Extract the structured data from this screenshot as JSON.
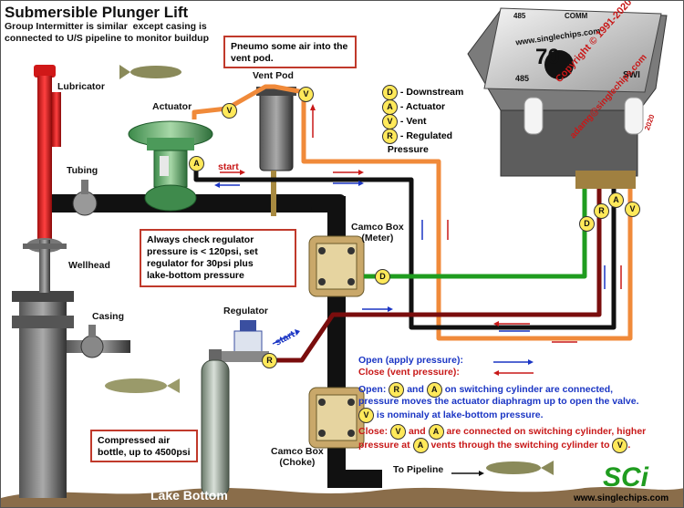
{
  "header": {
    "title": "Submersible Plunger Lift",
    "subtitle": "Group Intermitter is similar  except casing is\nconnected to U/S pipeline to monitor buildup"
  },
  "components": {
    "lubricator": "Lubricator",
    "tubing": "Tubing",
    "wellhead": "Wellhead",
    "casing": "Casing",
    "actuator": "Actuator",
    "vent_pod": "Vent Pod",
    "regulator": "Regulator",
    "camco_meter": "Camco Box\n(Meter)",
    "camco_choke": "Camco Box\n(Choke)",
    "to_pipeline": "To Pipeline",
    "lake_bottom": "Lake Bottom",
    "start_upper": "start",
    "start_lower": "start"
  },
  "callouts": {
    "pneumo": "Pneumo some air into the\nvent pod.",
    "regulator_check": "Always check regulator\npressure is < 120psi, set\nregulator for 30psi plus\nlake-bottom pressure",
    "bottle": "Compressed air\nbottle, up to 4500psi"
  },
  "legend": [
    {
      "letter": "D",
      "text": "- Downstream"
    },
    {
      "letter": "A",
      "text": "- Actuator"
    },
    {
      "letter": "V",
      "text": "- Vent"
    },
    {
      "letter": "R",
      "text": "- Regulated\n  Pressure"
    }
  ],
  "controller": {
    "model": "70",
    "com": "COMM",
    "num485_top": "485",
    "num485": "485",
    "swi": "SWI",
    "brand": "www.singlechips.com",
    "copyright": "Copyright © 1991-2020",
    "email": "adamg@singlechips.com",
    "year": "2020"
  },
  "arrows_legend": {
    "open": "Open (apply pressure):",
    "close": "Close  (vent pressure):"
  },
  "notes": {
    "open_prefix": "Open:",
    "open_mid": "and",
    "open_rest": "on switching cylinder are connected,",
    "open_line2": "pressure moves the actuator diaphragm up to open the valve.",
    "open_line3": "is nominaly at lake-bottom pressure.",
    "close_prefix": "Close:",
    "close_mid": "and",
    "close_rest": "are connected on switching cylinder, higher",
    "close_line2_a": "pressure at",
    "close_line2_b": "vents through the switching cylinder to",
    "close_end": "."
  },
  "footer": {
    "logo": "SCi",
    "url": "www.singlechips.com"
  },
  "colors": {
    "green_line": "#1f9c1f",
    "red_line": "#7a0d0d",
    "black_line": "#111111",
    "orange_line": "#f08a3a",
    "badge": "#ffe95a",
    "callout_border": "#c0392b"
  }
}
